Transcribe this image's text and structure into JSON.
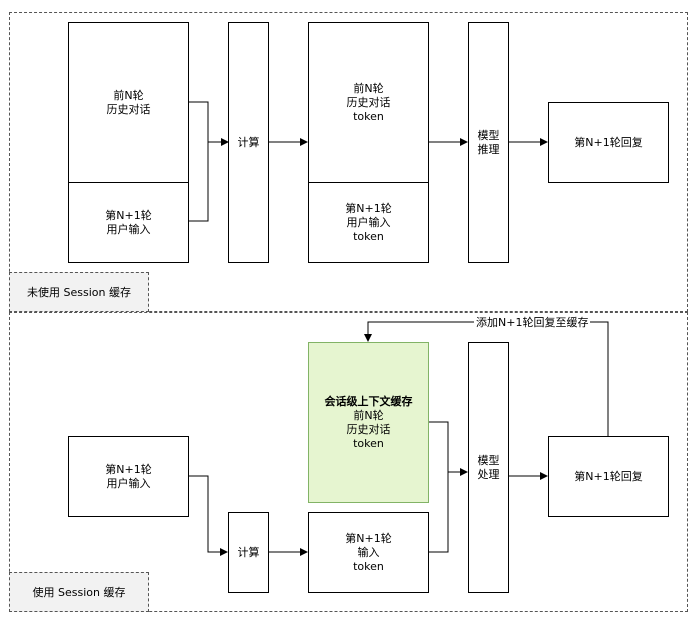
{
  "top": {
    "label": "未使用 Session 缓存",
    "history": [
      "前N轮",
      "历史对话"
    ],
    "user_input": [
      "第N+1轮",
      "用户输入"
    ],
    "compute": "计算",
    "history_tokens": [
      "前N轮",
      "历史对话",
      "token"
    ],
    "user_input_tokens": [
      "第N+1轮",
      "用户输入",
      "token"
    ],
    "inference": [
      "模型",
      "推理"
    ],
    "reply": "第N+1轮回复"
  },
  "bottom": {
    "label": "使用 Session 缓存",
    "user_input": [
      "第N+1轮",
      "用户输入"
    ],
    "compute": "计算",
    "cache_title": "会话级上下文缓存",
    "cache_lines": [
      "前N轮",
      "历史对话",
      "token"
    ],
    "input_tokens": [
      "第N+1轮",
      "输入",
      "token"
    ],
    "process": [
      "模型",
      "处理"
    ],
    "reply": "第N+1轮回复",
    "feedback_label": "添加N+1轮回复至缓存"
  },
  "colors": {
    "cache_fill": "#e6f5d0",
    "cache_border": "#82b366",
    "tab_fill": "#f2f2f2"
  }
}
